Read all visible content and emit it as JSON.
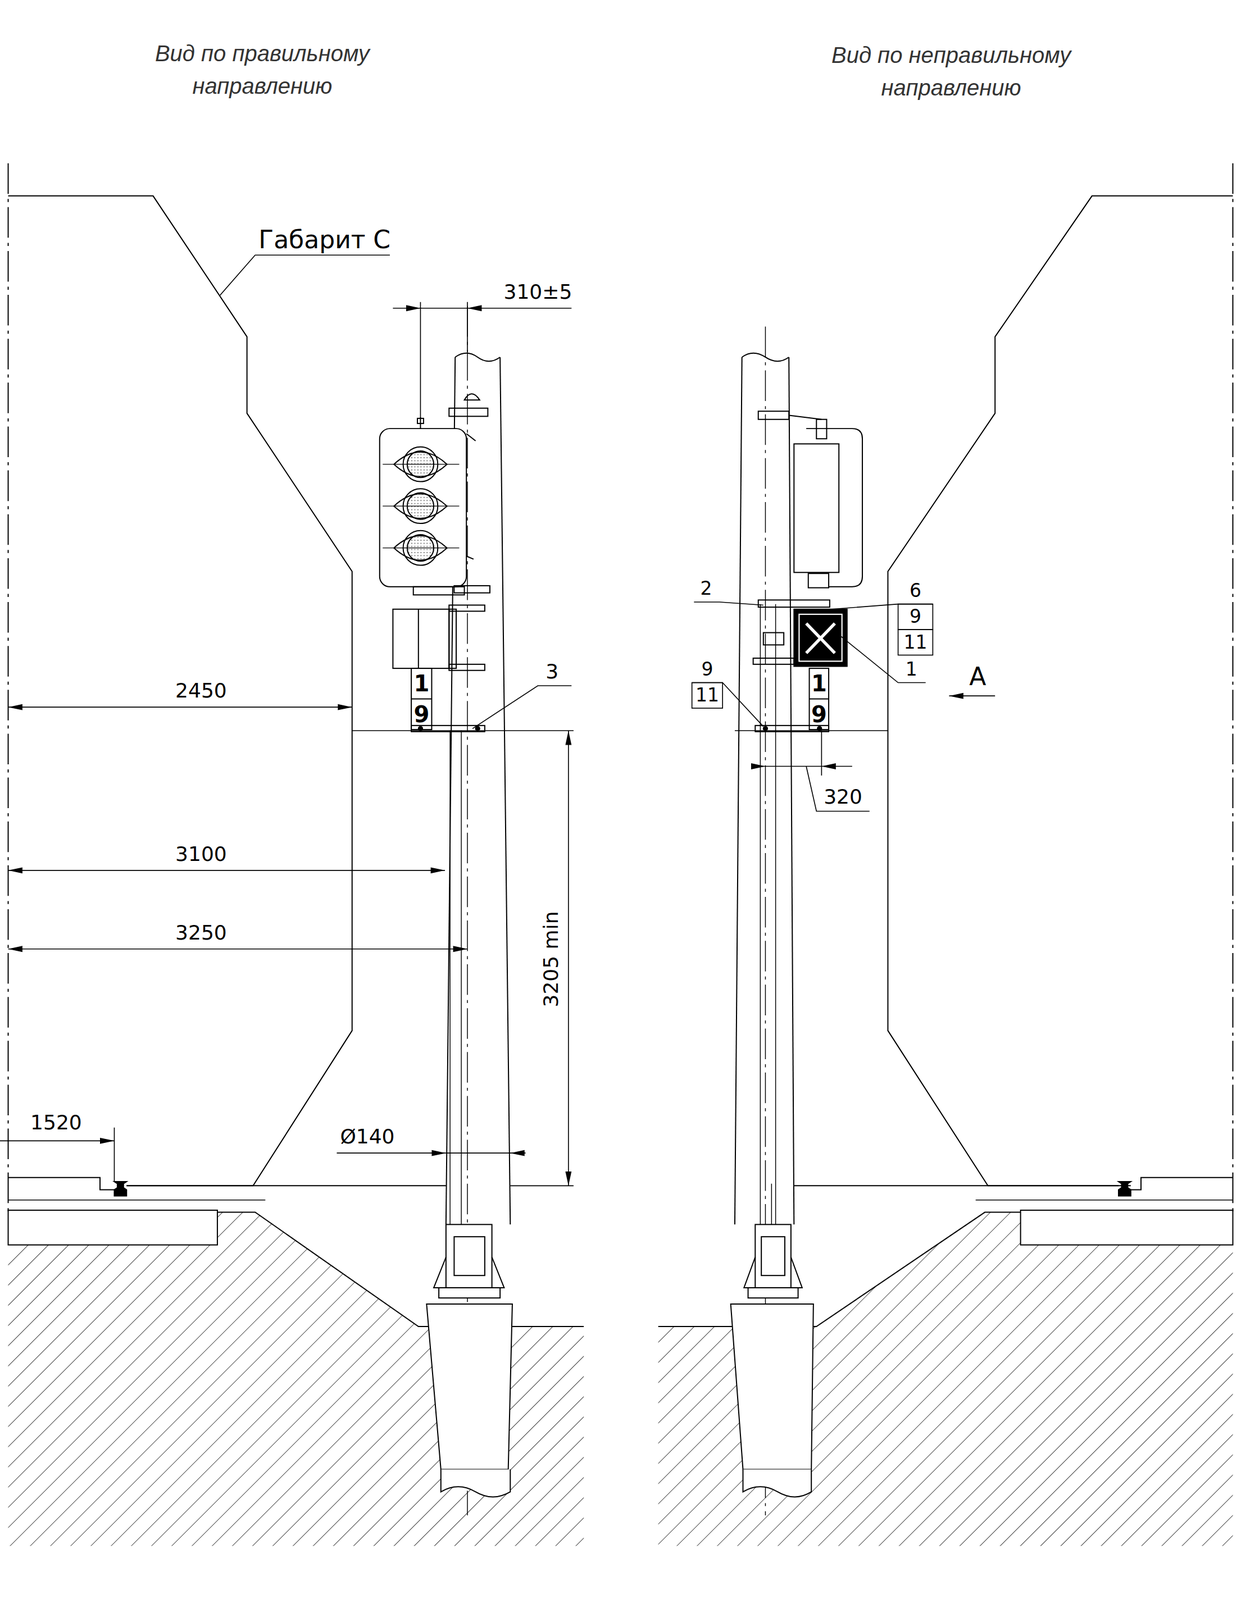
{
  "diagram": {
    "labels": [
      "Вид по правильному направлению",
      "Вид по неправильному направлению",
      "Габарит С",
      "310±5",
      "2450",
      "3100",
      "3250",
      "3205 min",
      "1520",
      "Ø140",
      "3",
      "1",
      "9",
      "2",
      "6",
      "9",
      "11",
      "1",
      "А",
      "1",
      "9",
      "9",
      "11",
      "320"
    ]
  }
}
